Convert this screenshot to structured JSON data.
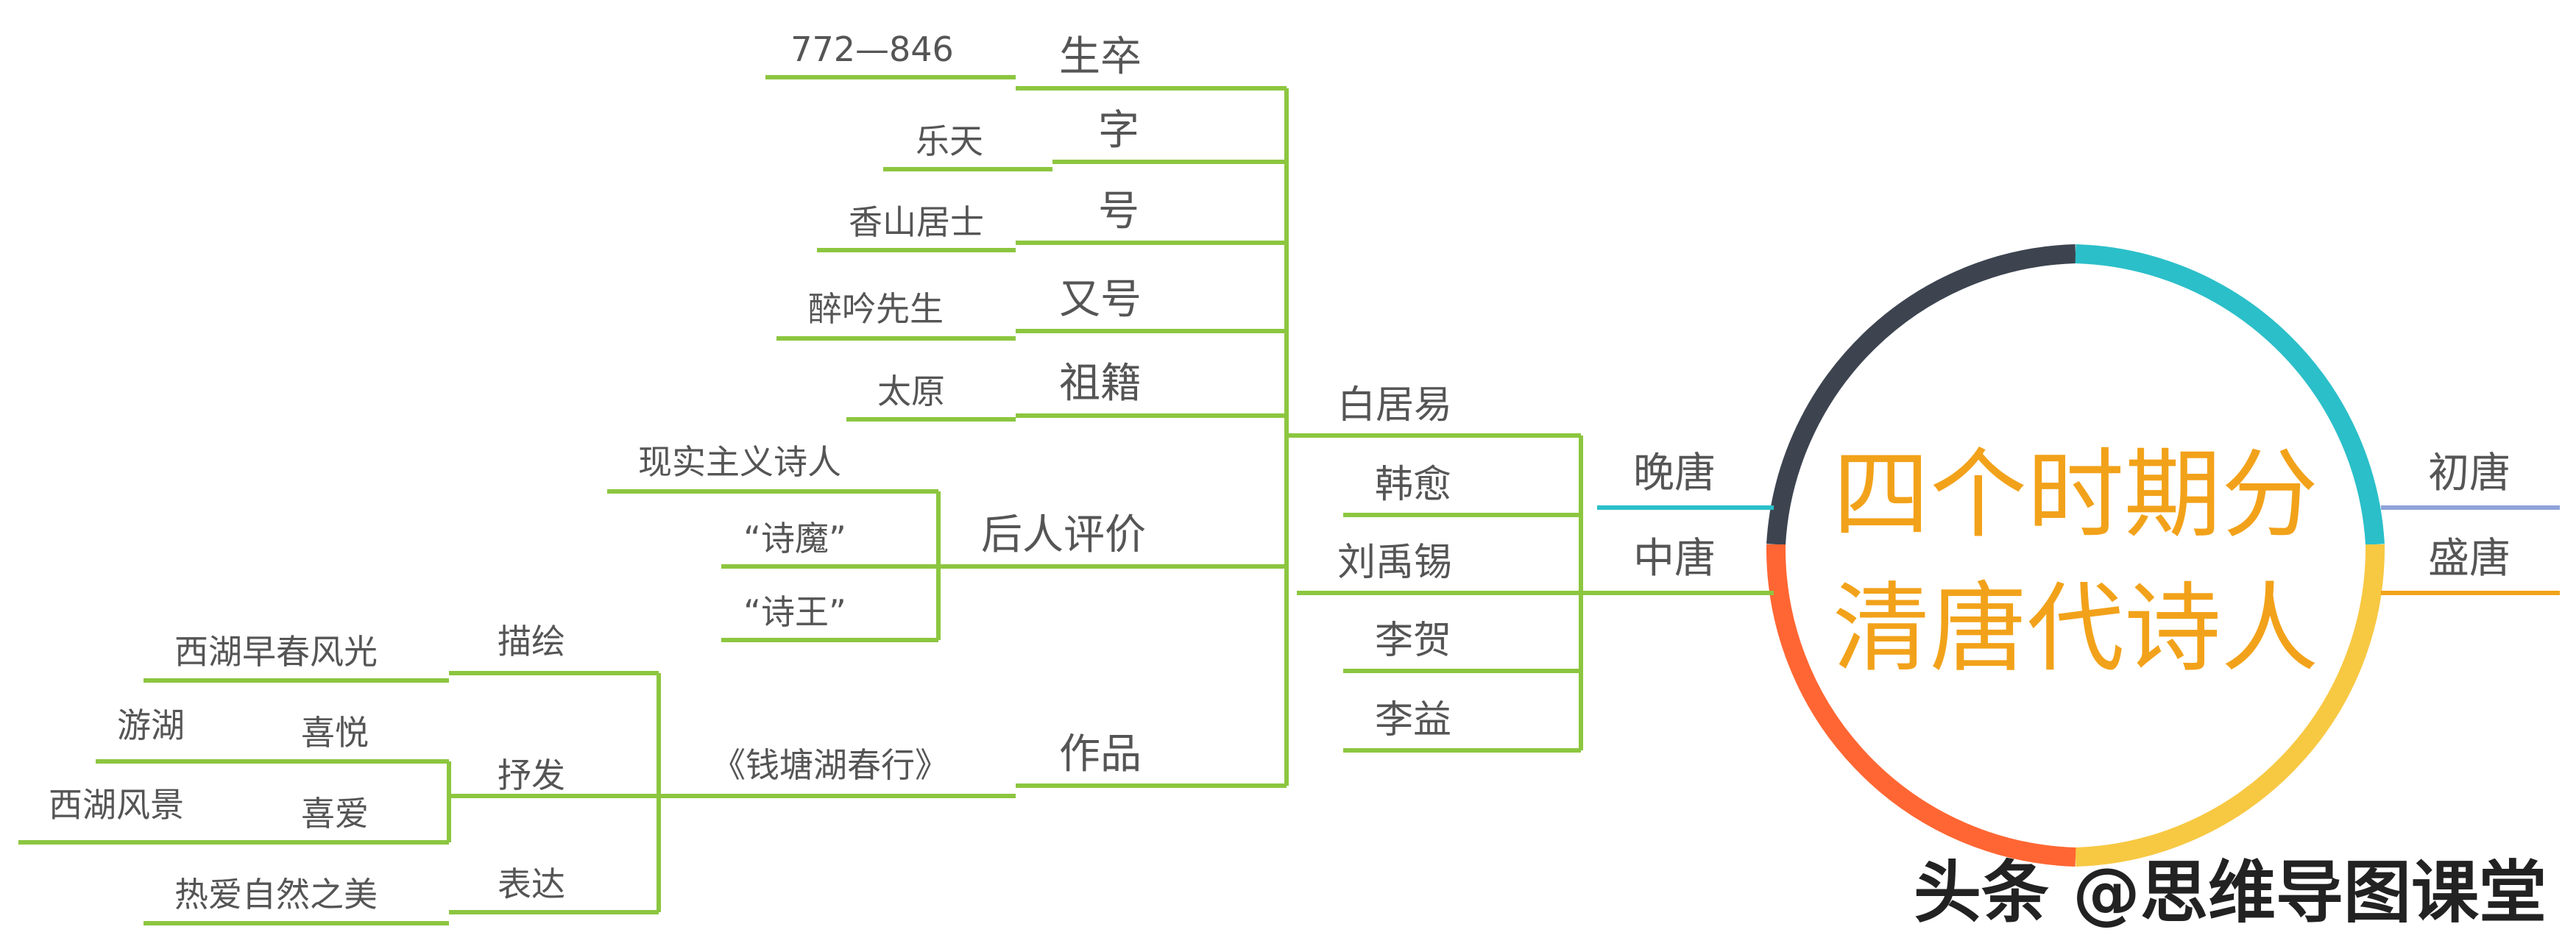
{
  "center": {
    "line1": "四个时期分",
    "line2": "清唐代诗人"
  },
  "periods": {
    "chutang": "初唐",
    "shengtang": "盛唐",
    "wantang": "晚唐",
    "zhongtang": "中唐"
  },
  "poets": [
    "白居易",
    "韩愈",
    "刘禹锡",
    "李贺",
    "李益"
  ],
  "bai": {
    "shengzu": "生卒",
    "shengzu_val": "772—846",
    "zi": "字",
    "zi_val": "乐天",
    "hao": "号",
    "hao_val": "香山居士",
    "youhao": "又号",
    "youhao_val": "醉吟先生",
    "zuji": "祖籍",
    "zuji_val": "太原",
    "pingjia": "后人评价",
    "pingjia_items": [
      "现实主义诗人",
      "“诗魔”",
      "“诗王”"
    ],
    "zuopin": "作品",
    "work": "《钱塘湖春行》",
    "miaohui": "描绘",
    "miaohui_val": "西湖早春风光",
    "shufa": "抒发",
    "xiyue": "喜悦",
    "xiyue_val": "游湖",
    "xiai": "喜爱",
    "xiai_val": "西湖风景",
    "biaoda": "表达",
    "biaoda_val": "热爱自然之美"
  },
  "watermark": "头条 @思维导图课堂",
  "colors": {
    "branch": "#8cc63f",
    "ring_dark": "#3d4450",
    "ring_teal": "#2bbfc9",
    "ring_yellow": "#f7c842",
    "ring_orange": "#ff6633",
    "center_text": "#f2a21a",
    "chutang_line": "#8fa3d9",
    "shengtang_line": "#f2a21a",
    "wantang_line": "#2bbfc9"
  }
}
